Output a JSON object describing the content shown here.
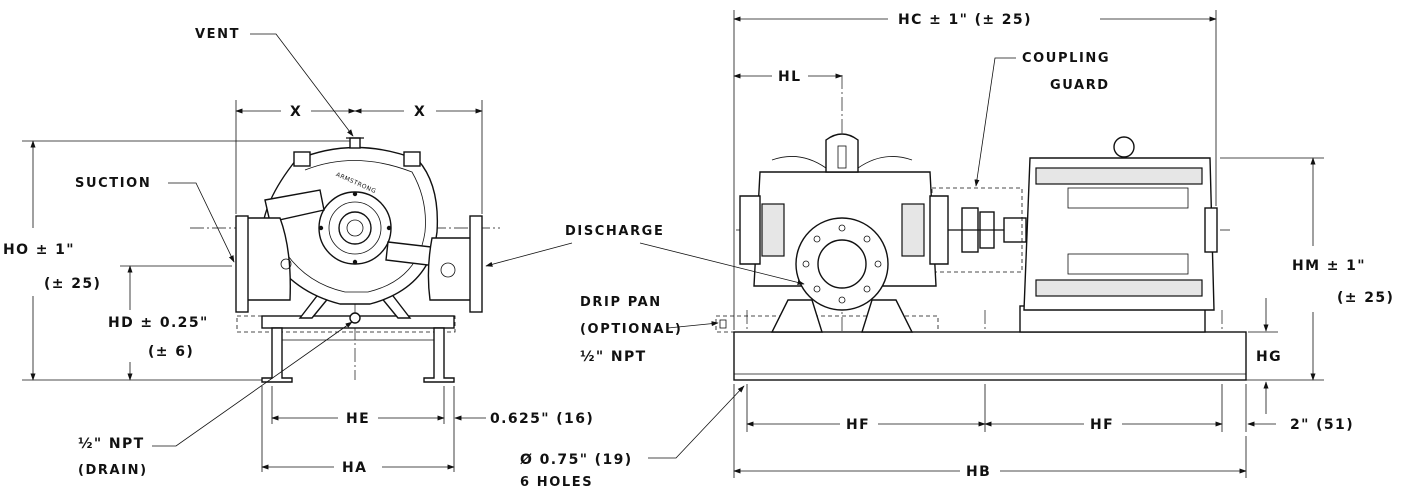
{
  "front_view": {
    "vent": "VENT",
    "suction": "SUCTION",
    "x_left": "X",
    "x_right": "X",
    "ho_dim": "HO ± 1\"",
    "ho_mm": "(± 25)",
    "hd_dim": "HD ± 0.25\"",
    "hd_mm": "(± 6)",
    "he": "HE",
    "ha": "HA",
    "bolt_gap": "0.625\" (16)",
    "drain_size": "½\" NPT",
    "drain": "(DRAIN)",
    "casing_text": "ARMSTRONG"
  },
  "side_view": {
    "hc_dim": "HC ± 1\" (± 25)",
    "hl": "HL",
    "coupling_guard_1": "COUPLING",
    "coupling_guard_2": "GUARD",
    "discharge": "DISCHARGE",
    "drip_pan_1": "DRIP PAN",
    "drip_pan_2": "(OPTIONAL)",
    "drip_pan_3": "½\" NPT",
    "hm_dim": "HM ± 1\"",
    "hm_mm": "(± 25)",
    "hg": "HG",
    "hf_left": "HF",
    "hf_right": "HF",
    "edge_dim": "2\" (51)",
    "holes_dim": "Ø 0.75\" (19)",
    "holes_count": "6 HOLES",
    "hb": "HB"
  }
}
